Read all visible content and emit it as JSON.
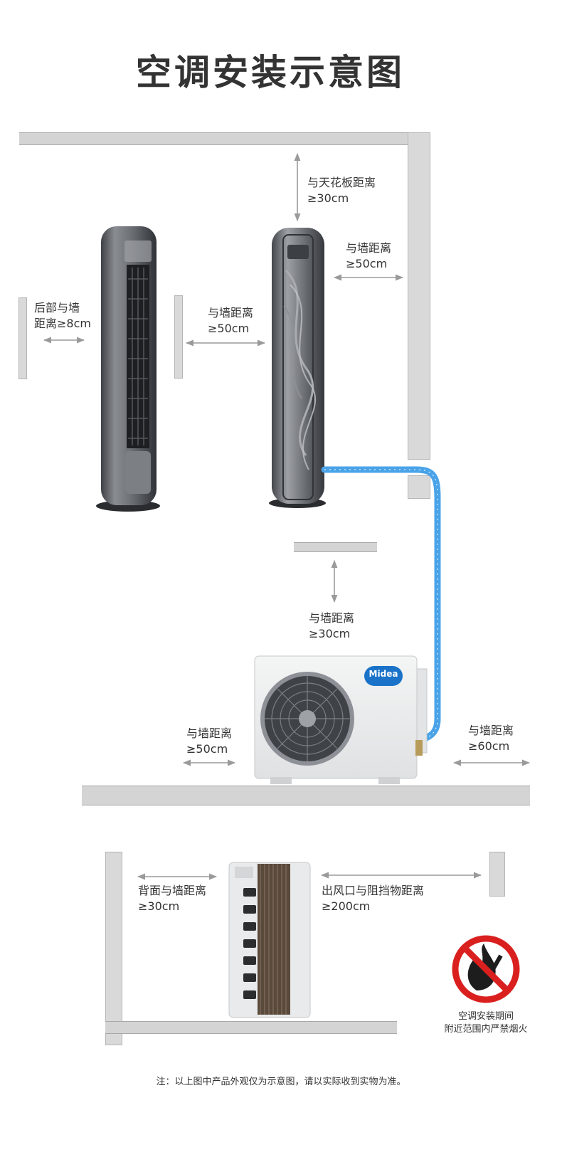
{
  "title": "空调安装示意图",
  "labels": {
    "ceiling_1": "与天花板距离",
    "ceiling_2": "≥30cm",
    "right_wall_1": "与墙距离",
    "right_wall_2": "≥50cm",
    "back_wall_1": "后部与墙",
    "back_wall_2": "距离≥8cm",
    "side_wall_1": "与墙距离",
    "side_wall_2": "≥50cm",
    "top_outdoor_1": "与墙距离",
    "top_outdoor_2": "≥30cm",
    "left_outdoor_1": "与墙距离",
    "left_outdoor_2": "≥50cm",
    "right_outdoor_1": "与墙距离",
    "right_outdoor_2": "≥60cm",
    "back_rear_1": "背面与墙距离",
    "back_rear_2": "≥30cm",
    "outlet_1": "出风口与阻挡物距离",
    "outlet_2": "≥200cm",
    "warning_1": "空调安装期间",
    "warning_2": "附近范围内严禁烟火"
  },
  "brand": "Midea",
  "footnote": "注：以上图中产品外观仅为示意图，请以实际收到实物为准。",
  "colors": {
    "pipe": "#4aa3e8",
    "no_fire_red": "#d9201f",
    "unit_dark": "#5b5e63",
    "wall_gray": "#d6d6d6"
  },
  "icons": [
    "no-smoking-fire-icon",
    "double-arrow-icon"
  ]
}
